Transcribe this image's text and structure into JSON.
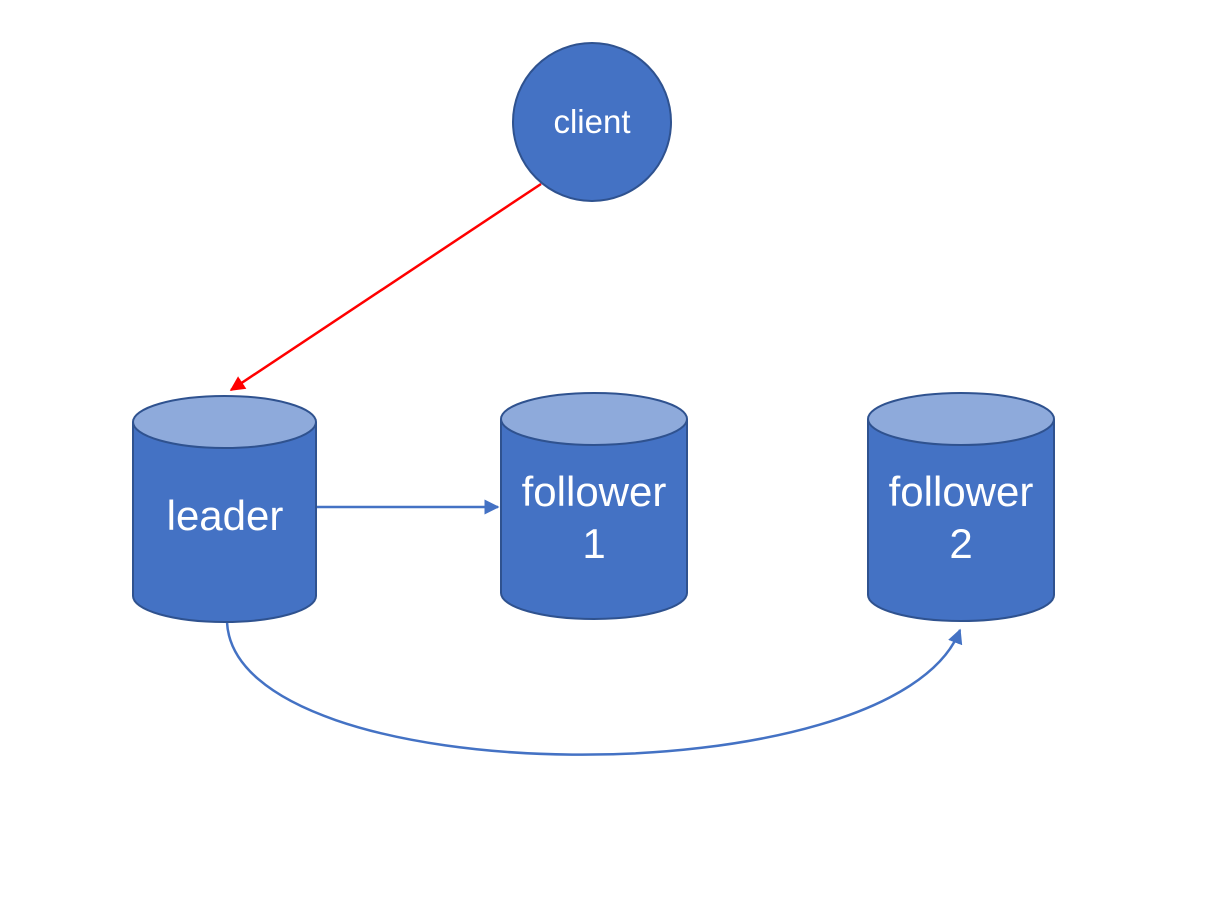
{
  "diagram": {
    "description": "replication-topology-diagram",
    "nodes": [
      {
        "id": "client",
        "type": "circle",
        "label": "client"
      },
      {
        "id": "leader",
        "type": "cylinder",
        "label": "leader"
      },
      {
        "id": "follower1",
        "type": "cylinder",
        "label": "follower\n1"
      },
      {
        "id": "follower2",
        "type": "cylinder",
        "label": "follower\n2"
      }
    ],
    "edges": [
      {
        "from": "client",
        "to": "leader",
        "style": "straight",
        "color": "#ff0000"
      },
      {
        "from": "leader",
        "to": "follower1",
        "style": "straight",
        "color": "#4472c4"
      },
      {
        "from": "leader",
        "to": "follower2",
        "style": "curved",
        "color": "#4472c4"
      }
    ]
  },
  "colors": {
    "background": "#ffffff",
    "node_fill": "#4472c4",
    "node_top_fill": "#8eaadb",
    "node_stroke": "#2f528f",
    "label_text": "#ffffff",
    "edge_red": "#ff0000",
    "edge_blue": "#4472c4"
  }
}
